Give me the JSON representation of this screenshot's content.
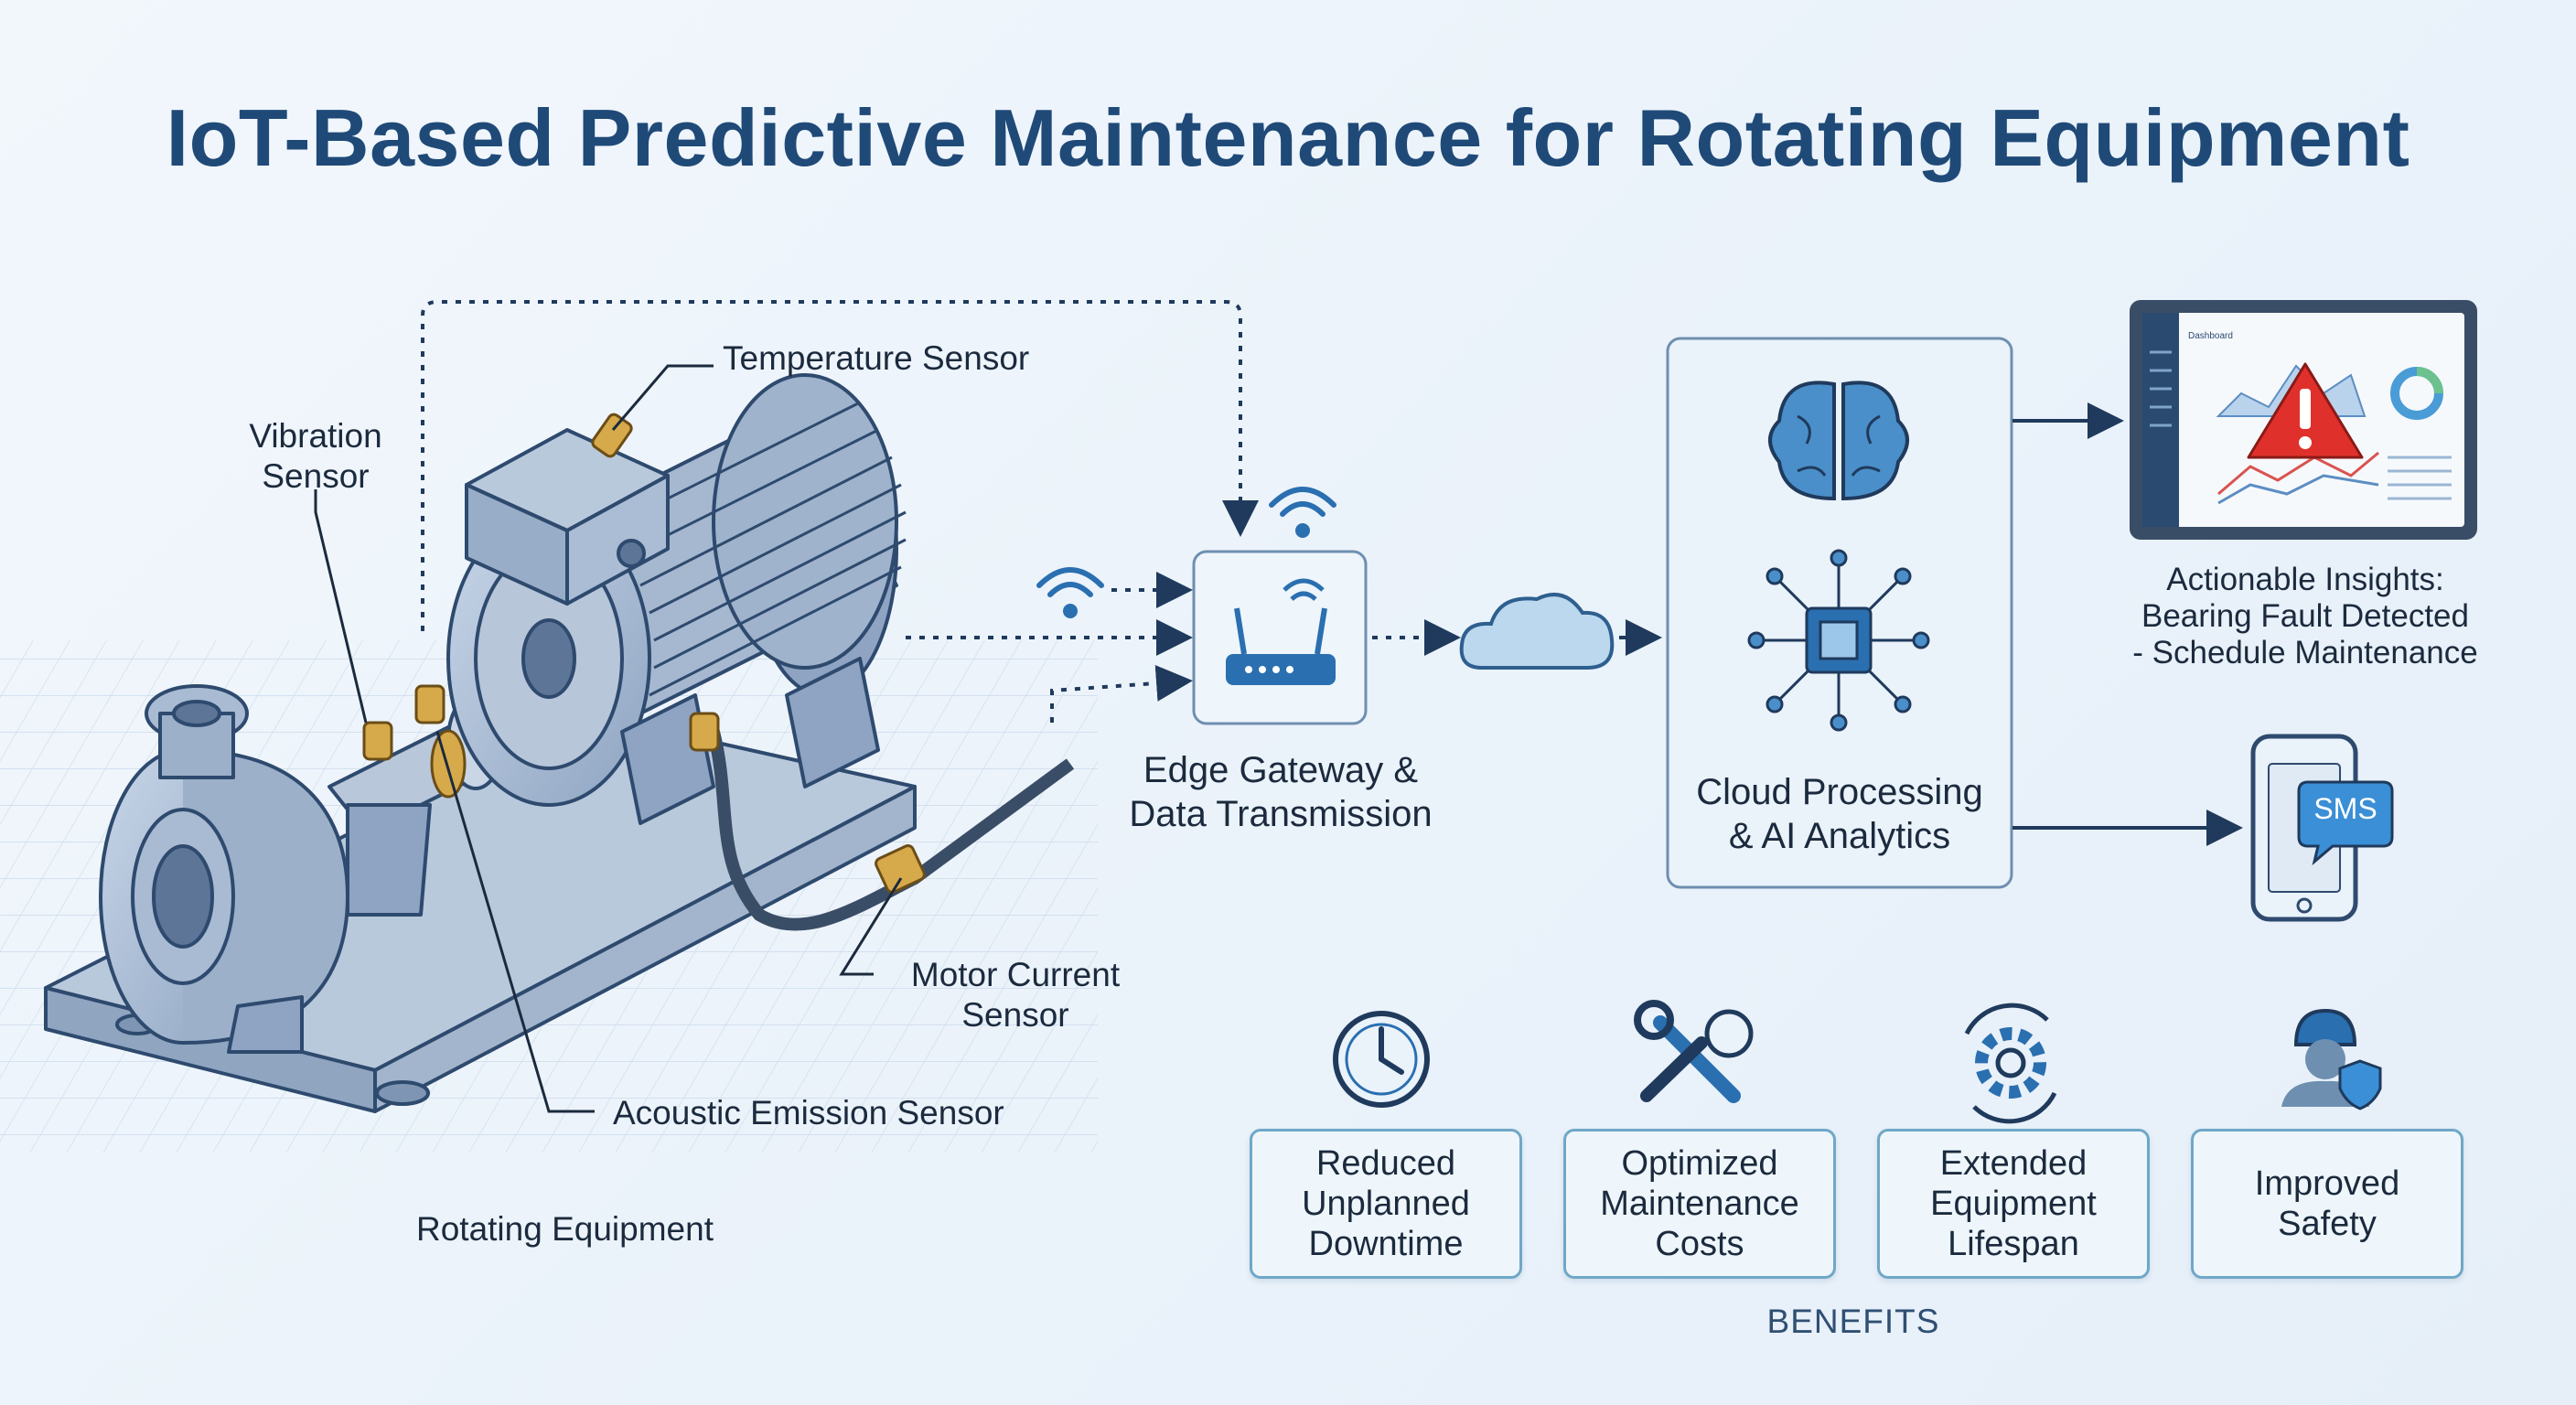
{
  "title": "IoT-Based Predictive Maintenance for Rotating Equipment",
  "sensors": {
    "temperature": "Temperature Sensor",
    "vibration": [
      "Vibration",
      "Sensor"
    ],
    "motor_current": [
      "Motor Current",
      "Sensor"
    ],
    "acoustic": "Acoustic Emission Sensor"
  },
  "equipment_label": "Rotating Equipment",
  "gateway": {
    "label": [
      "Edge Gateway &",
      "Data Transmission"
    ]
  },
  "cloud": {
    "label": [
      "Cloud Processing",
      "& AI Analytics"
    ]
  },
  "dashboard": {
    "title": "Dashboard",
    "insight": [
      "Actionable Insights:",
      "Bearing Fault Detected",
      "- Schedule Maintenance"
    ]
  },
  "phone": {
    "sms": "SMS"
  },
  "benefits": {
    "caption": "BENEFITS",
    "items": [
      {
        "label": [
          "Reduced",
          "Unplanned",
          "Downtime"
        ],
        "icon": "clock-icon"
      },
      {
        "label": [
          "Optimized",
          "Maintenance",
          "Costs"
        ],
        "icon": "wrench-dollar-icon"
      },
      {
        "label": [
          "Extended",
          "Equipment",
          "Lifespan"
        ],
        "icon": "gear-cycle-icon"
      },
      {
        "label": [
          "Improved",
          "Safety"
        ],
        "icon": "worker-shield-icon"
      }
    ]
  },
  "colors": {
    "title": "#1f4a78",
    "accent_blue": "#2a6fb0",
    "machine_fill": "#aebfd6",
    "machine_stroke": "#2e4a6e",
    "sensor_brass": "#d6a94a",
    "alert_red": "#e0302b",
    "card_border": "#6fa7c7"
  }
}
